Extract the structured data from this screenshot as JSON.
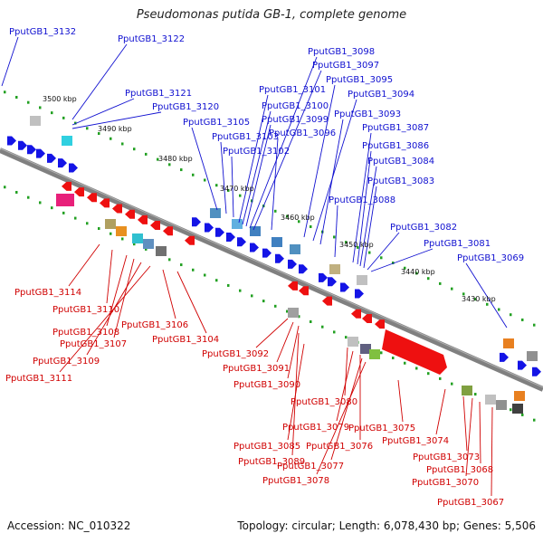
{
  "title": "Pseudomonas putida GB-1, complete genome",
  "footer": {
    "accession": "Accession: NC_010322",
    "summary": "Topology: circular; Length: 6,078,430 bp; Genes: 5,506"
  },
  "colors": {
    "forward": "#1414e6",
    "reverse": "#ee1010",
    "backbone": "#808080",
    "tick": "#22a022",
    "label_forward": "#1010d0",
    "label_reverse": "#d00000"
  },
  "scale_ticks": [
    "3500 kbp",
    "3490 kbp",
    "3480 kbp",
    "3470 kbp",
    "3460 kbp",
    "3450 kbp",
    "3440 kbp",
    "3430 kbp"
  ],
  "forward_genes": [
    "PputGB1_3132",
    "PputGB1_3122",
    "PputGB1_3121",
    "PputGB1_3120",
    "PputGB1_3105",
    "PputGB1_3103",
    "PputGB1_3102",
    "PputGB1_3101",
    "PputGB1_3100",
    "PputGB1_3099",
    "PputGB1_3098",
    "PputGB1_3097",
    "PputGB1_3096",
    "PputGB1_3095",
    "PputGB1_3094",
    "PputGB1_3093",
    "PputGB1_3088",
    "PputGB1_3087",
    "PputGB1_3086",
    "PputGB1_3084",
    "PputGB1_3083",
    "PputGB1_3082",
    "PputGB1_3081",
    "PputGB1_3069"
  ],
  "reverse_genes": [
    "PputGB1_3114",
    "PputGB1_3110",
    "PputGB1_3108",
    "PputGB1_3107",
    "PputGB1_3109",
    "PputGB1_3111",
    "PputGB1_3106",
    "PputGB1_3104",
    "PputGB1_3092",
    "PputGB1_3091",
    "PputGB1_3090",
    "PputGB1_3080",
    "PputGB1_3079",
    "PputGB1_3085",
    "PputGB1_3076",
    "PputGB1_3075",
    "PputGB1_3089",
    "PputGB1_3077",
    "PputGB1_3078",
    "PputGB1_3074",
    "PputGB1_3073",
    "PputGB1_3068",
    "PputGB1_3070",
    "PputGB1_3067"
  ]
}
